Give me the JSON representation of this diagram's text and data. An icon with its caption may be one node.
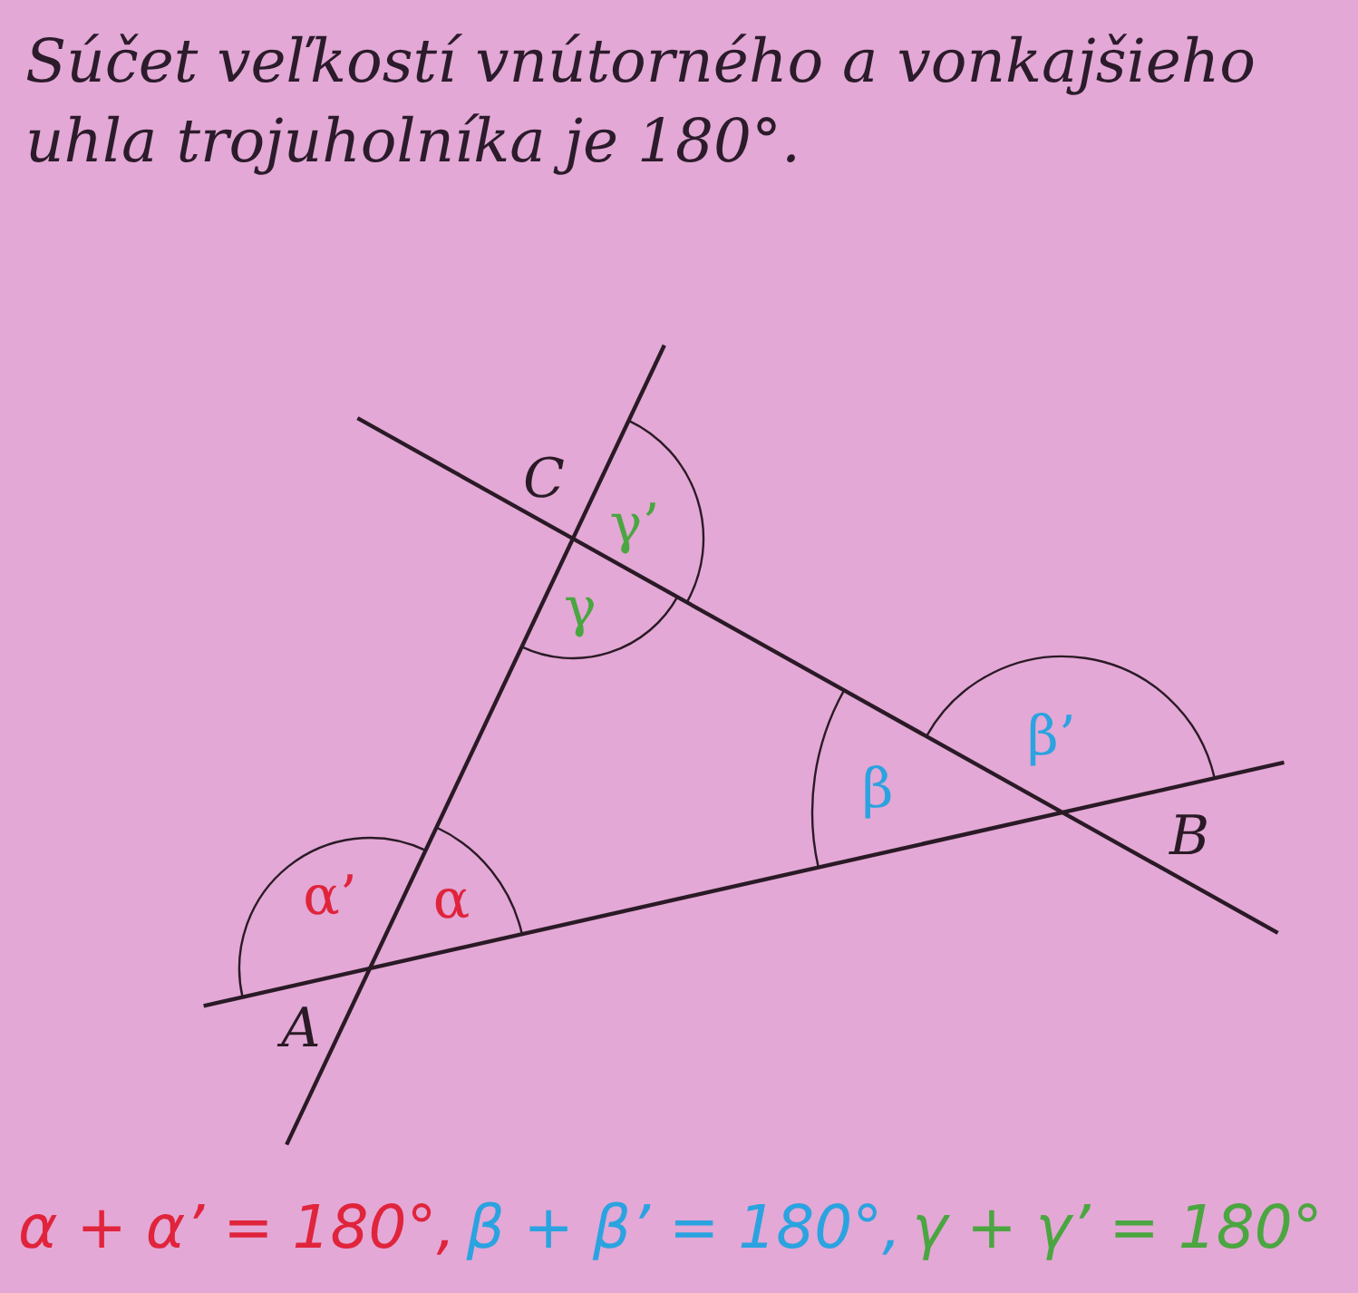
{
  "diagram": {
    "title": "Súčet veľkostí vnútorného a vonkajšieho uhla trojuholníka je 180°.",
    "labels": [
      "C",
      "γ’",
      "γ",
      "β",
      "β’",
      "B",
      "α’",
      "α",
      "A",
      "α + α’ = 180°,",
      "β + β’ = 180°,",
      "γ + γ’ = 180°"
    ]
  }
}
